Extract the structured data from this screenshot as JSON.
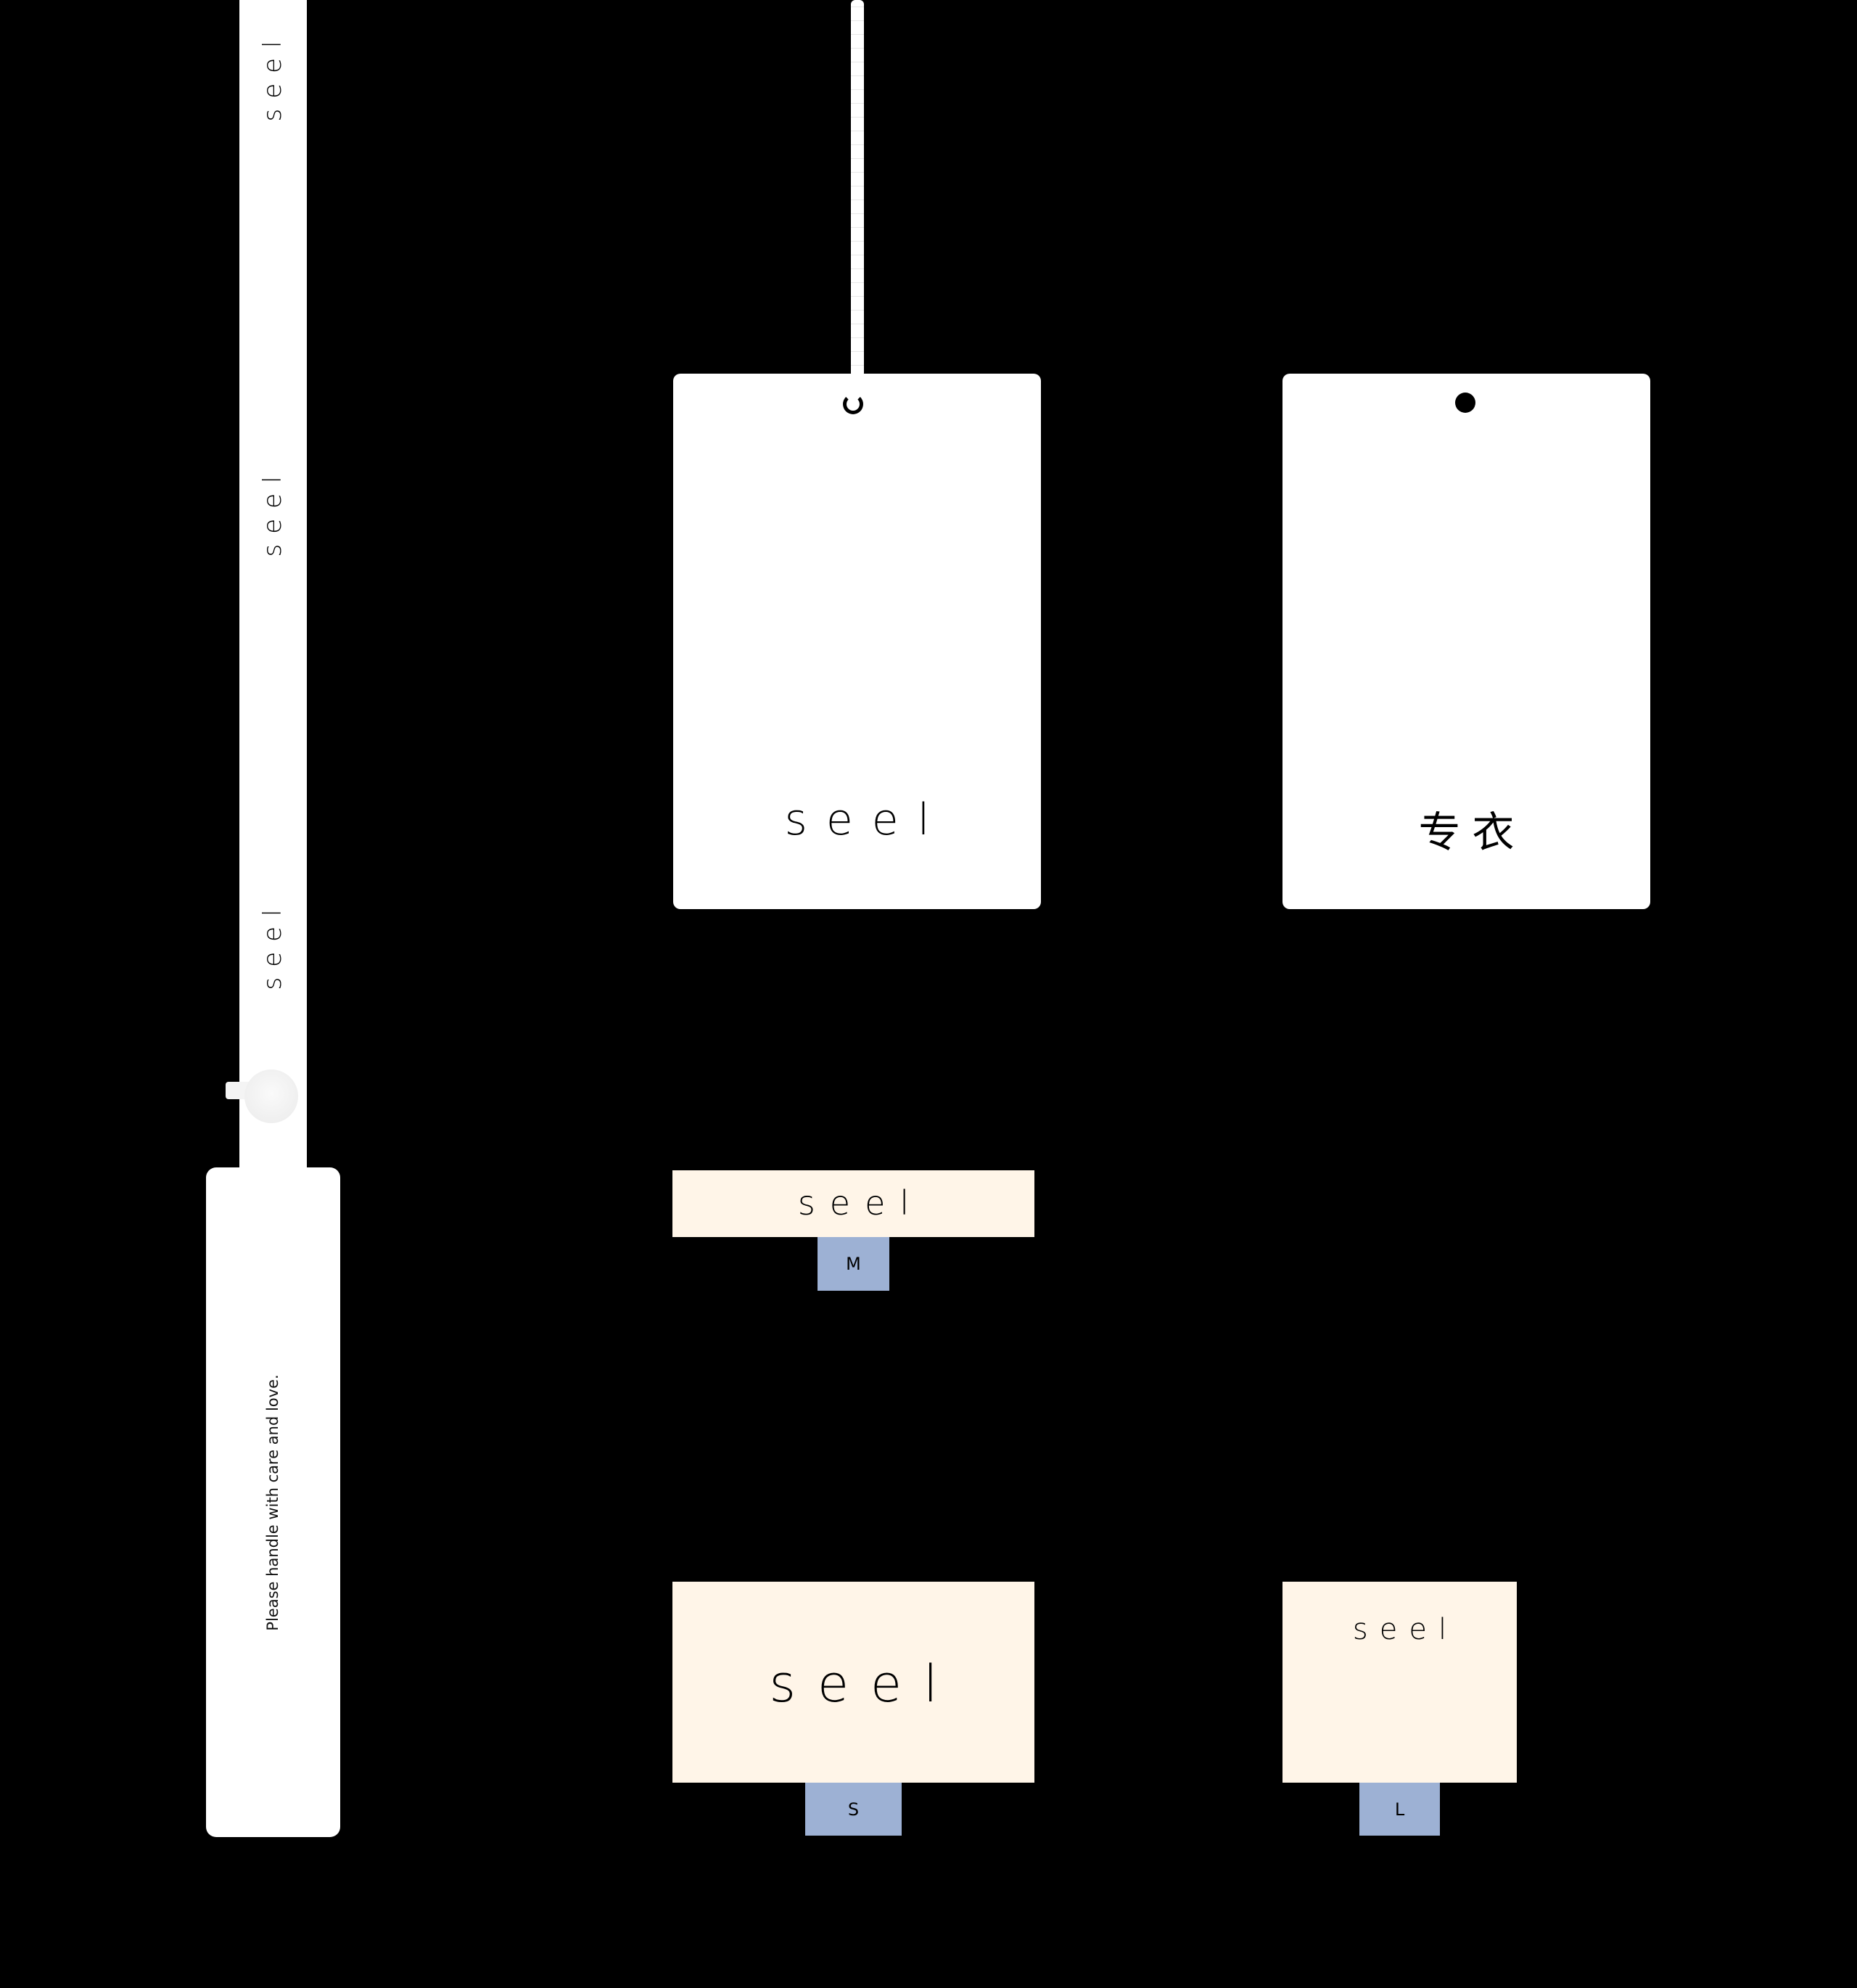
{
  "brand": {
    "wordmark": "seel",
    "wordmark_cn": "专衣"
  },
  "strip_tag": {
    "repeats": [
      "seel",
      "seel",
      "seel"
    ],
    "care_text": "Please handle with care and love."
  },
  "hang_tags": [
    {
      "id": "latin",
      "text": "seel",
      "hole": "string-hook"
    },
    {
      "id": "chinese",
      "text": "专衣",
      "hole": "punched-hole"
    }
  ],
  "woven_labels": [
    {
      "text": "seel",
      "size": "M"
    },
    {
      "text": "seel",
      "size": "S"
    },
    {
      "text": "seel",
      "size": "L"
    }
  ],
  "colors": {
    "background": "#000000",
    "tag_white": "#ffffff",
    "label_cream": "#fff5e8",
    "size_tab_blue": "#9db1d4"
  }
}
